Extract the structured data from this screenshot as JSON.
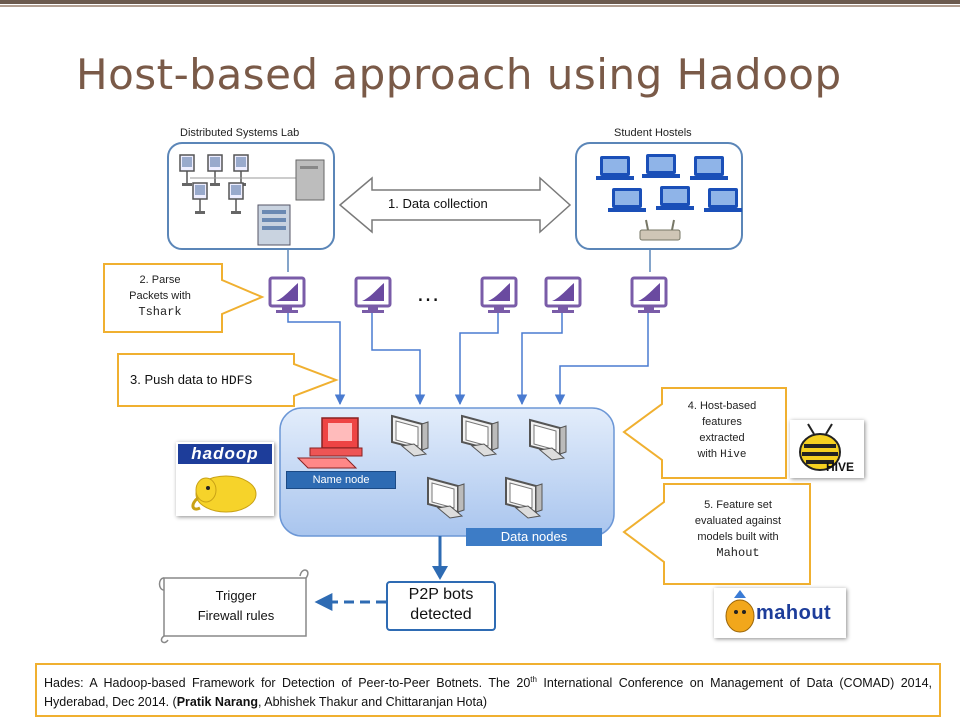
{
  "title": "Host-based approach using Hadoop",
  "labels": {
    "dsl": "Distributed Systems Lab",
    "hostels": "Student Hostels",
    "data_collection": "1. Data collection",
    "ellipsis": "…",
    "step2_a": "2. Parse",
    "step2_b": "Packets with",
    "step2_c": "Tshark",
    "step3_a": "3. Push data to ",
    "step3_b": "HDFS",
    "step4_a": "4. Host-based",
    "step4_b": "features",
    "step4_c": "extracted",
    "step4_d": "with ",
    "step4_e": "Hive",
    "step5_a": "5. Feature set",
    "step5_b": "evaluated against",
    "step5_c": "models built with",
    "step5_d": "Mahout",
    "name_node": "Name node",
    "data_nodes": "Data nodes",
    "p2p_a": "P2P bots",
    "p2p_b": "detected",
    "trigger_a": "Trigger",
    "trigger_b": "Firewall rules",
    "logo_hadoop": "hadoop",
    "logo_hive": "HIVE",
    "logo_mahout": "mahout"
  },
  "reference": {
    "part1": "Hades: A Hadoop-based Framework for Detection of Peer-to-Peer Botnets. The 20",
    "sup": "th",
    "part2": " International Conference on Management of Data (COMAD) 2014, Hyderabad, Dec 2014.  (",
    "author_bold": "Pratik Narang",
    "part3": ", Abhishek Thakur and Chittaranjan Hota)"
  },
  "colors": {
    "title": "#7a5a48",
    "orange": "#f0b030",
    "blue": "#2e6bb3",
    "cluster": "#bcd3f5"
  }
}
